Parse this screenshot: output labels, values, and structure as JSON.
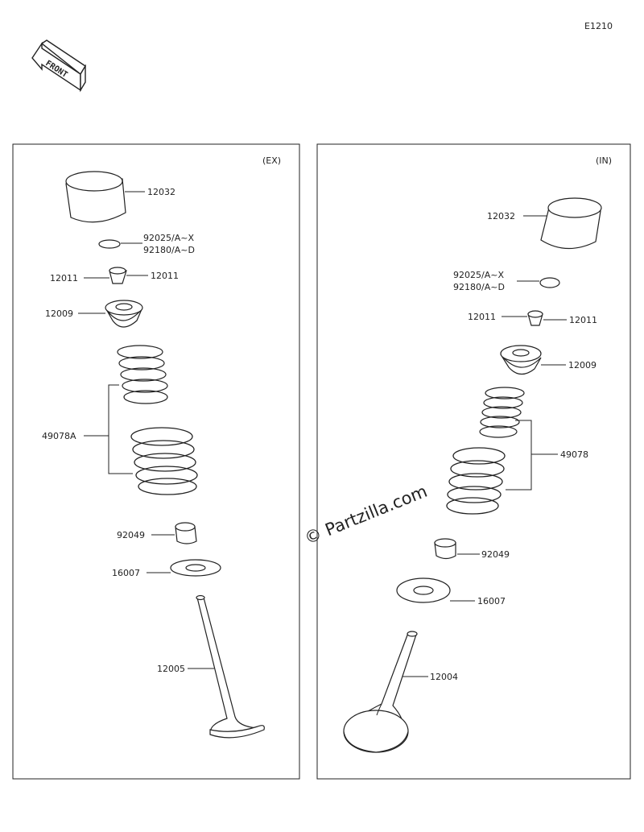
{
  "diagram_code": "E1210",
  "front_label": "FRONT",
  "watermark": "© Partzilla.com",
  "exhaust": {
    "section_label": "(EX)",
    "labels": {
      "tappet": "12032",
      "shim_1": "92025/A~X",
      "shim_2": "92180/A~D",
      "cotter_left": "12011",
      "cotter_right": "12011",
      "retainer": "12009",
      "spring": "49078A",
      "seal": "92049",
      "seat": "16007",
      "valve": "12005"
    }
  },
  "intake": {
    "section_label": "(IN)",
    "labels": {
      "tappet": "12032",
      "shim_1": "92025/A~X",
      "shim_2": "92180/A~D",
      "cotter_left": "12011",
      "cotter_right": "12011",
      "retainer": "12009",
      "spring": "49078",
      "seal": "92049",
      "seat": "16007",
      "valve": "12004"
    }
  }
}
